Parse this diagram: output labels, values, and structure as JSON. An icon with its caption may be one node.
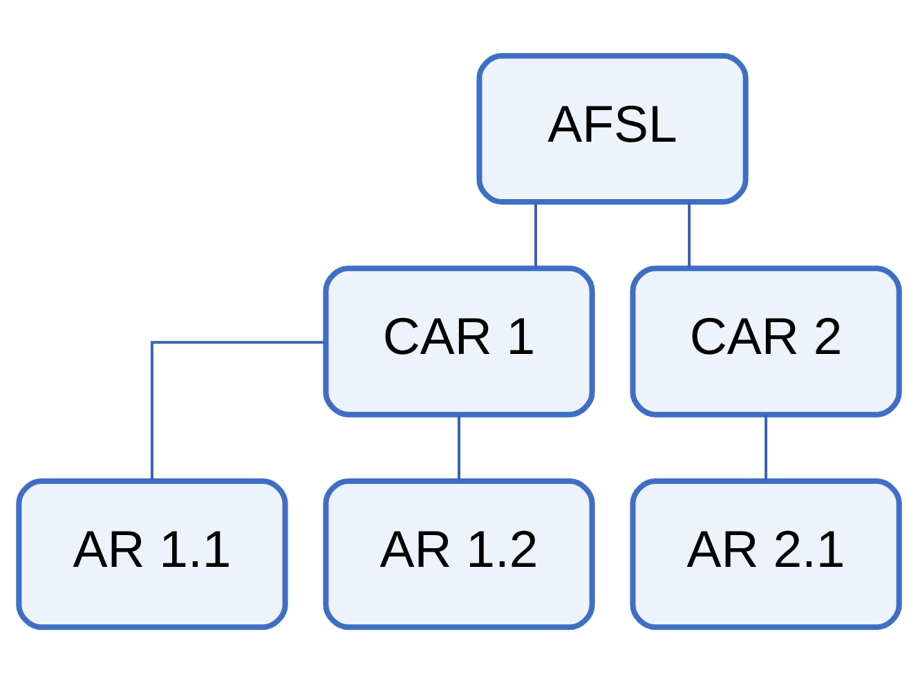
{
  "diagram": {
    "nodes": [
      {
        "text": [
          "AFSL"
        ]
      },
      {
        "text": [
          "CAR 1"
        ]
      },
      {
        "text": [
          "CAR 2"
        ]
      },
      {
        "text": [
          "AR 1.1"
        ]
      },
      {
        "text": [
          "AR 1.2"
        ]
      },
      {
        "text": [
          "AR 2.1"
        ]
      }
    ],
    "edges": [
      {
        "from": 0,
        "to": 1,
        "arrow": "none"
      },
      {
        "from": 0,
        "to": 2,
        "arrow": "none"
      },
      {
        "from": 1,
        "to": 3,
        "arrow": "none"
      },
      {
        "from": 1,
        "to": 4,
        "arrow": "none"
      },
      {
        "from": 2,
        "to": 5,
        "arrow": "none"
      }
    ]
  }
}
